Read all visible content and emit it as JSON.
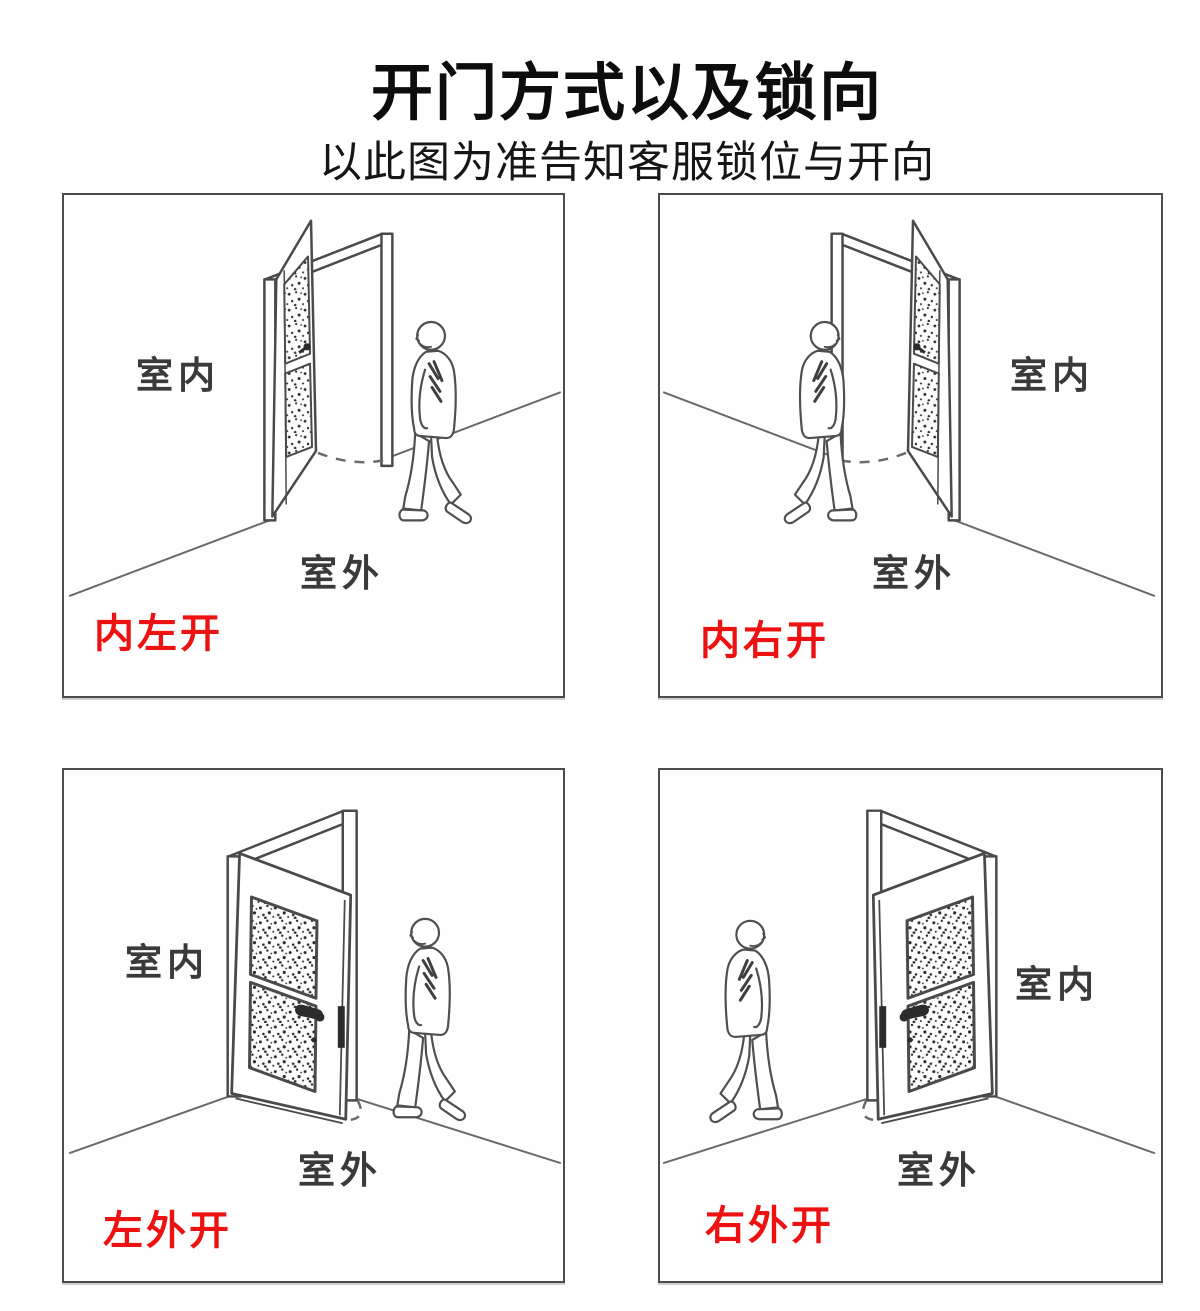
{
  "page": {
    "title": "开门方式以及锁向",
    "subtitle": "以此图为准告知客服锁位与开向",
    "colors": {
      "accent_red": "#ee1111",
      "line": "#4a4a4a",
      "label_text": "#3a3a3a",
      "background": "#ffffff"
    }
  },
  "panels": [
    {
      "key": "inward-left-open",
      "indoor_label": "室内",
      "outdoor_label": "室外",
      "direction_label": "内左开"
    },
    {
      "key": "inward-right-open",
      "indoor_label": "室内",
      "outdoor_label": "室外",
      "direction_label": "内右开"
    },
    {
      "key": "outward-left-open",
      "indoor_label": "室内",
      "outdoor_label": "室外",
      "direction_label": "左外开"
    },
    {
      "key": "outward-right-open",
      "indoor_label": "室内",
      "outdoor_label": "室外",
      "direction_label": "右外开"
    }
  ]
}
